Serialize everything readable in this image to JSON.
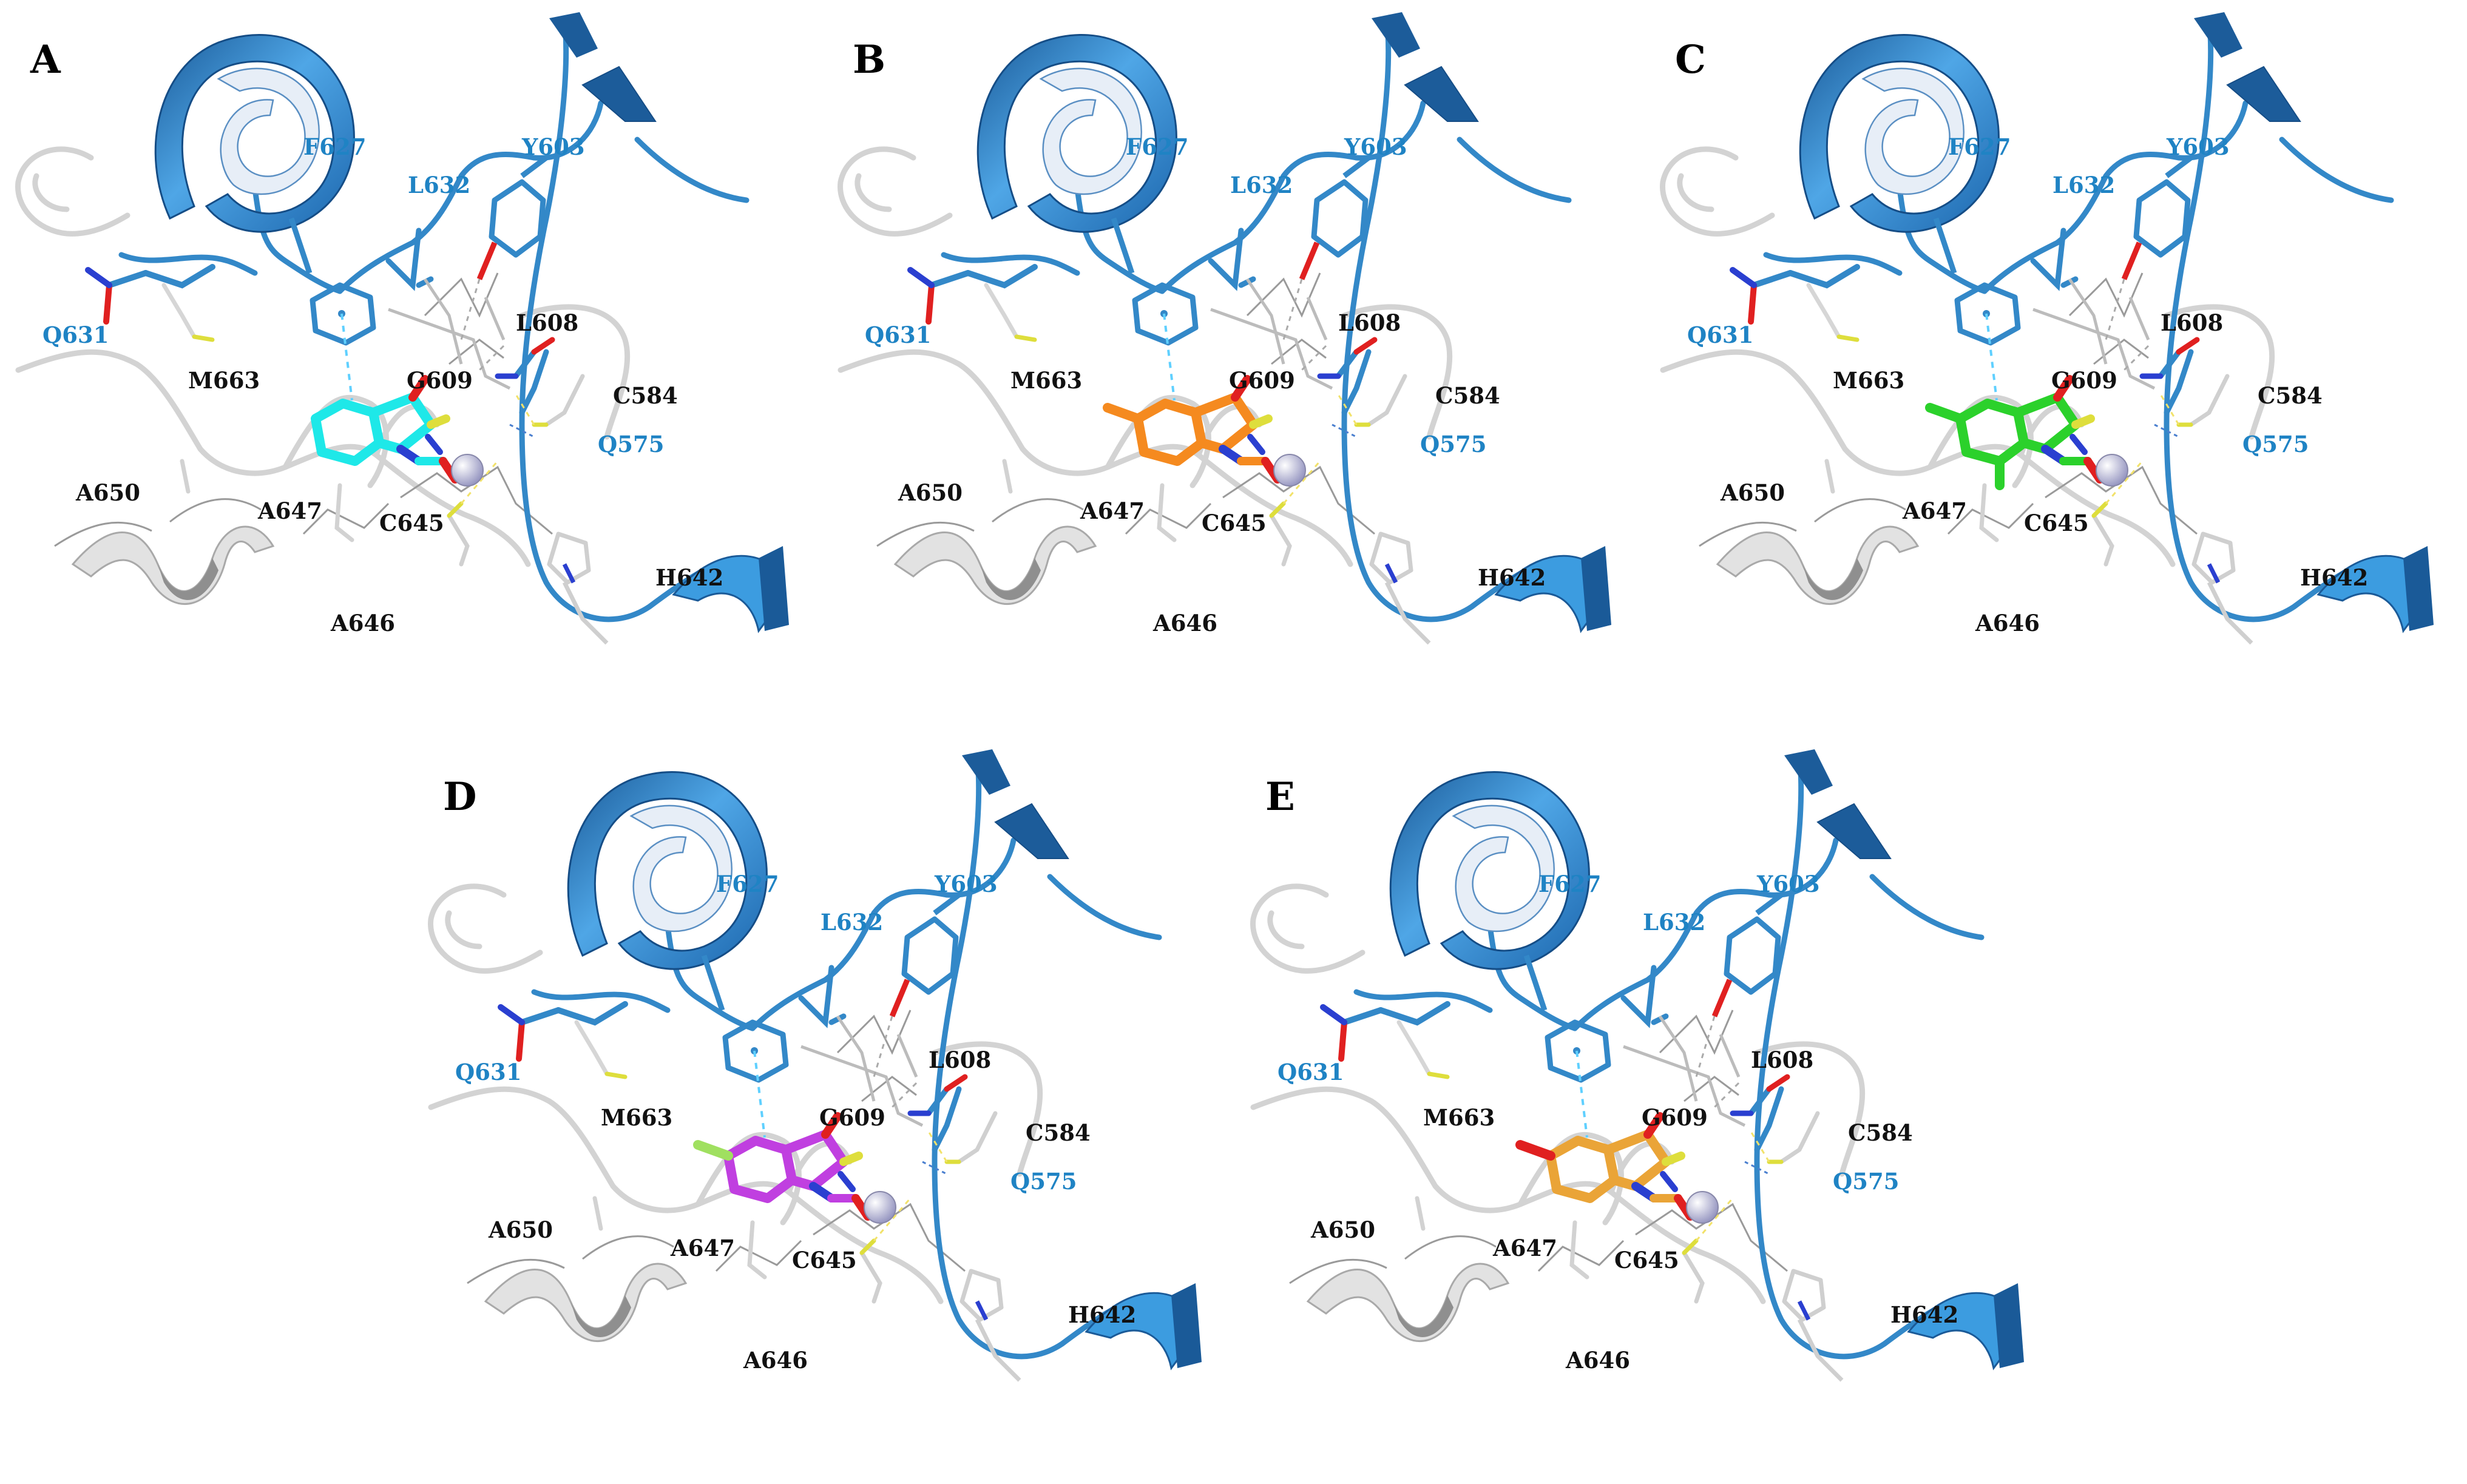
{
  "figure": {
    "panels": [
      {
        "letter": "A",
        "ligand_color": "#1ee8e8",
        "substituent": "none"
      },
      {
        "letter": "B",
        "ligand_color": "#f58a1f",
        "substituent": "methyl"
      },
      {
        "letter": "C",
        "ligand_color": "#2bd12b",
        "substituent": "dimethyl"
      },
      {
        "letter": "D",
        "ligand_color": "#c03fe0",
        "substituent": "fluoro"
      },
      {
        "letter": "E",
        "ligand_color": "#eaa437",
        "substituent": "hydroxy"
      }
    ],
    "residues_blue": [
      "F627",
      "L632",
      "Y603",
      "Q631",
      "Q575"
    ],
    "residues_black": [
      "L608",
      "G609",
      "M663",
      "C584",
      "A650",
      "A647",
      "C645",
      "H642",
      "A646"
    ],
    "colors": {
      "blue_chain": "#3388c8",
      "grey_chain": "#cfcfcf",
      "blue_label": "#1f83c4",
      "black_label": "#111111",
      "zinc": "#b7b7d6",
      "sulfur": "#dede3c",
      "oxygen": "#e02020",
      "nitrogen": "#2a3fd0"
    }
  }
}
